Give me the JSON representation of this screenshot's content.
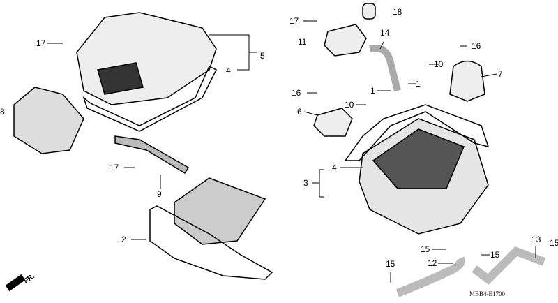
{
  "labels": {
    "l17a": "17",
    "l5": "5",
    "l4a": "4",
    "l8": "8",
    "l17b": "17",
    "l9": "9",
    "l2": "2",
    "l17c": "17",
    "l18": "18",
    "l11": "11",
    "l14": "14",
    "l16a": "16",
    "l10a": "10",
    "l7": "7",
    "l1a": "1",
    "l1b": "1",
    "l16b": "16",
    "l10b": "10",
    "l6": "6",
    "l4b": "4",
    "l3": "3",
    "l15a": "15",
    "l15b": "15",
    "l13": "13",
    "l15c": "15",
    "l15d": "15",
    "l12": "12"
  },
  "direction_label": "FR.",
  "diagram_code": "MBB4-E1700"
}
